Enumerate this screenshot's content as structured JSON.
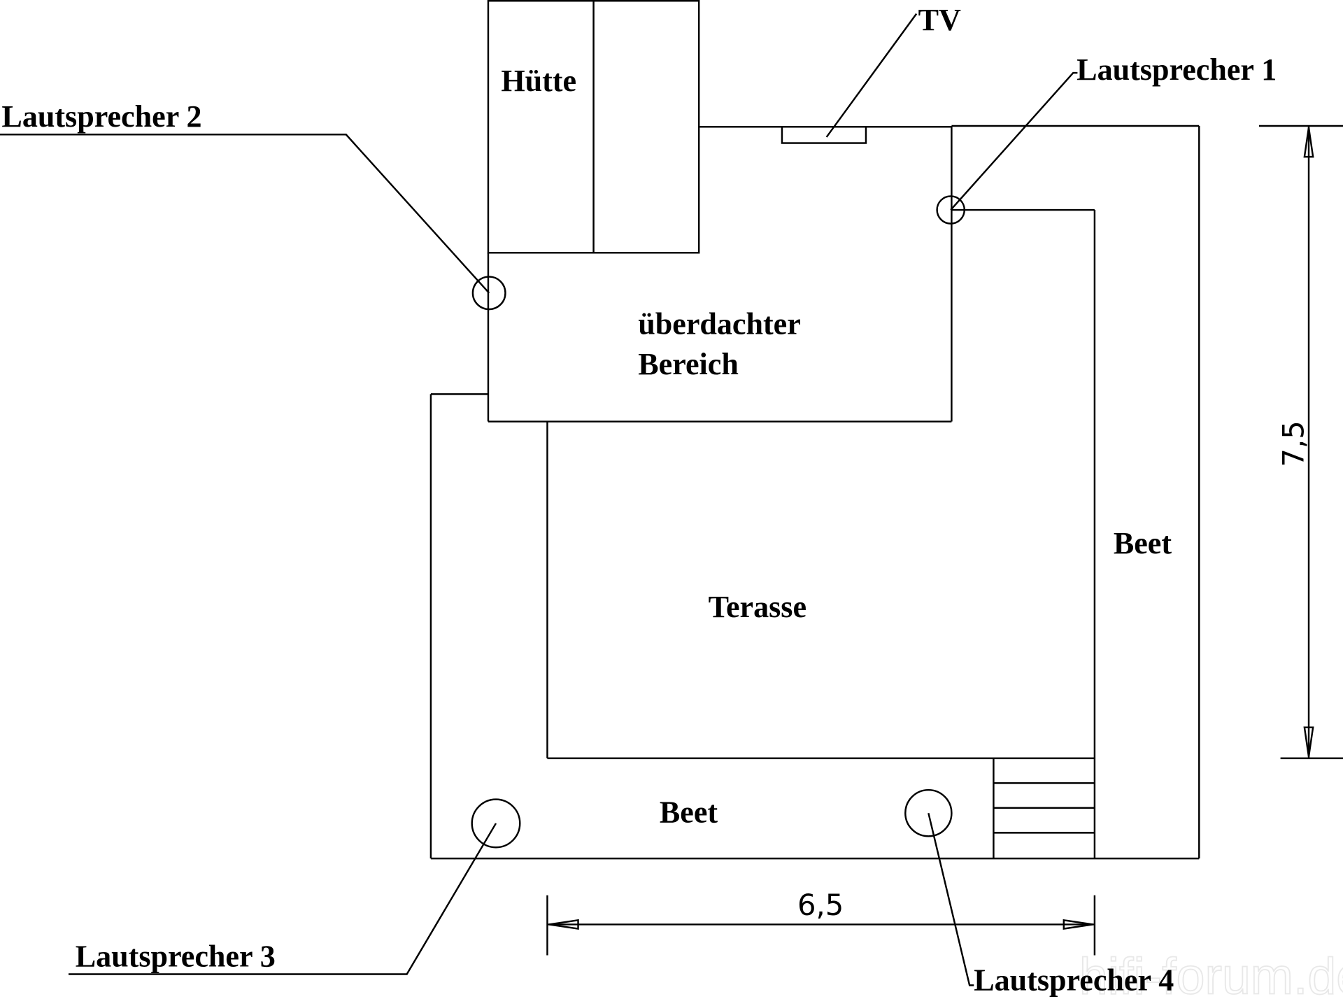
{
  "labels": {
    "huette": "Hütte",
    "tv": "TV",
    "lautsprecher_1": "Lautsprecher 1",
    "lautsprecher_2": "Lautsprecher 2",
    "lautsprecher_3": "Lautsprecher 3",
    "lautsprecher_4": "Lautsprecher 4",
    "ueberdacht_1": "überdachter",
    "ueberdacht_2": "Bereich",
    "terasse": "Terasse",
    "beet_right": "Beet",
    "beet_bottom": "Beet"
  },
  "dimensions": {
    "height": "7,5",
    "width": "6,5"
  },
  "watermark": "hifi-forum.de"
}
